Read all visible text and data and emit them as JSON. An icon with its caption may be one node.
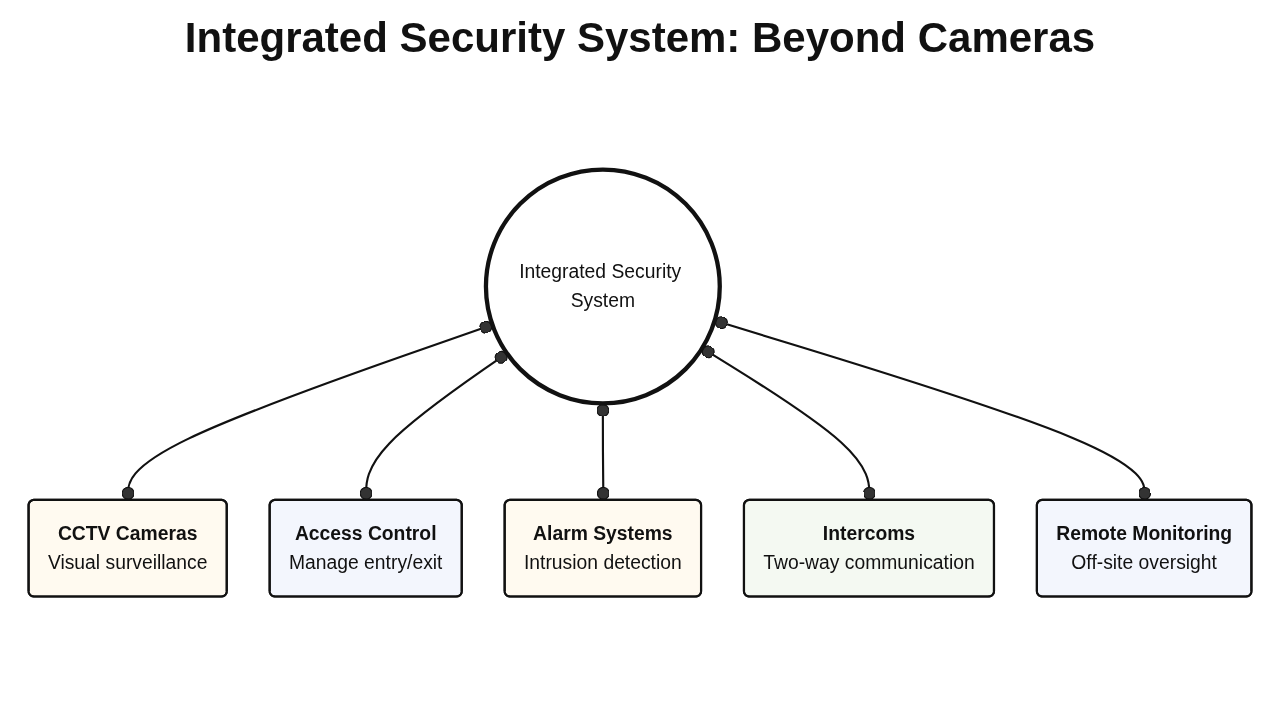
{
  "diagram": {
    "title": "Integrated Security System: Beyond Cameras",
    "nodes": [
      {
        "text": [
          "Integrated Security System"
        ]
      },
      {
        "text": [
          "CCTV Cameras",
          "Visual surveillance"
        ]
      },
      {
        "text": [
          "Access Control",
          "Manage entry/exit"
        ]
      },
      {
        "text": [
          "Alarm Systems",
          "Intrusion detection"
        ]
      },
      {
        "text": [
          "Intercoms",
          "Two-way communication"
        ]
      },
      {
        "text": [
          "Remote Monitoring",
          "Off-site oversight"
        ]
      }
    ],
    "edges": [
      {
        "from": 0,
        "to": 1,
        "arrow": "other"
      },
      {
        "from": 0,
        "to": 2,
        "arrow": "other"
      },
      {
        "from": 0,
        "to": 3,
        "arrow": "other"
      },
      {
        "from": 0,
        "to": 4,
        "arrow": "other"
      },
      {
        "from": 0,
        "to": 5,
        "arrow": "other"
      }
    ]
  }
}
